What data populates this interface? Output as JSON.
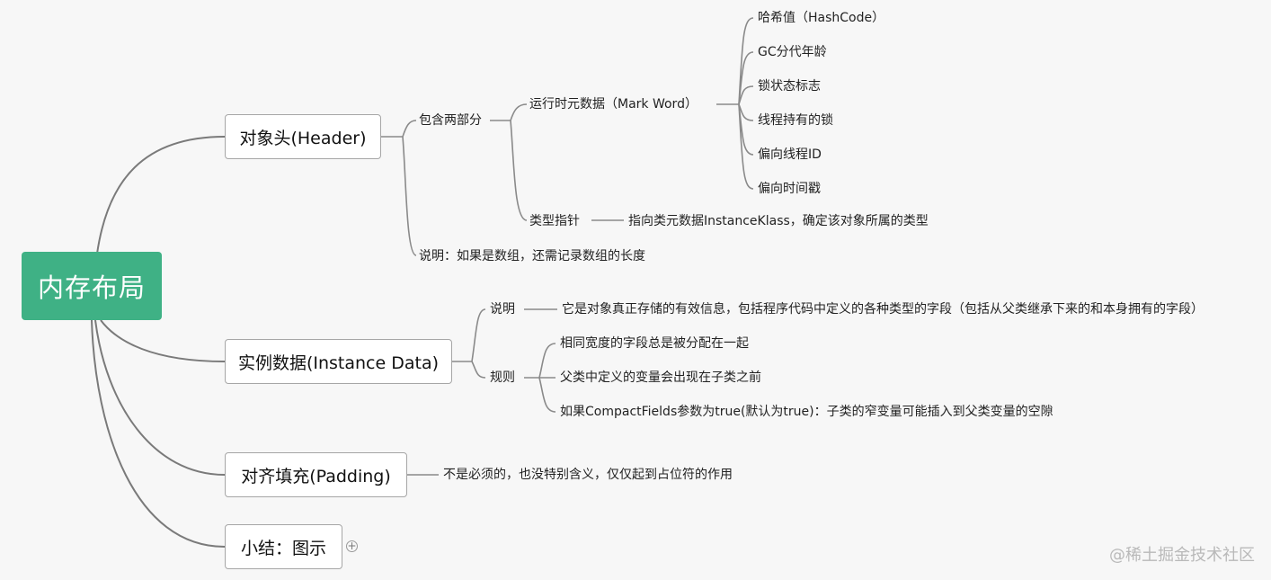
{
  "root": {
    "label": "内存布局"
  },
  "header": {
    "label": "对象头(Header)",
    "part_label": "包含两部分",
    "mark_word": {
      "label": "运行时元数据（Mark Word）",
      "items": [
        "哈希值（HashCode）",
        "GC分代年龄",
        "锁状态标志",
        "线程持有的锁",
        "偏向线程ID",
        "偏向时间戳"
      ]
    },
    "klass": {
      "label": "类型指针",
      "detail": "指向类元数据InstanceKlass，确定该对象所属的类型"
    },
    "note": "说明：如果是数组，还需记录数组的长度"
  },
  "instance_data": {
    "label": "实例数据(Instance Data)",
    "desc_label": "说明",
    "desc_text": "它是对象真正存储的有效信息，包括程序代码中定义的各种类型的字段（包括从父类继承下来的和本身拥有的字段）",
    "rules_label": "规则",
    "rules": [
      "相同宽度的字段总是被分配在一起",
      "父类中定义的变量会出现在子类之前",
      "如果CompactFields参数为true(默认为true)：子类的窄变量可能插入到父类变量的空隙"
    ]
  },
  "padding": {
    "label": "对齐填充(Padding)",
    "detail": "不是必须的，也没特别含义，仅仅起到占位符的作用"
  },
  "summary": {
    "label": "小结：图示",
    "expand_icon": "plus-circle-icon"
  },
  "watermark": "@稀土掘金技术社区"
}
